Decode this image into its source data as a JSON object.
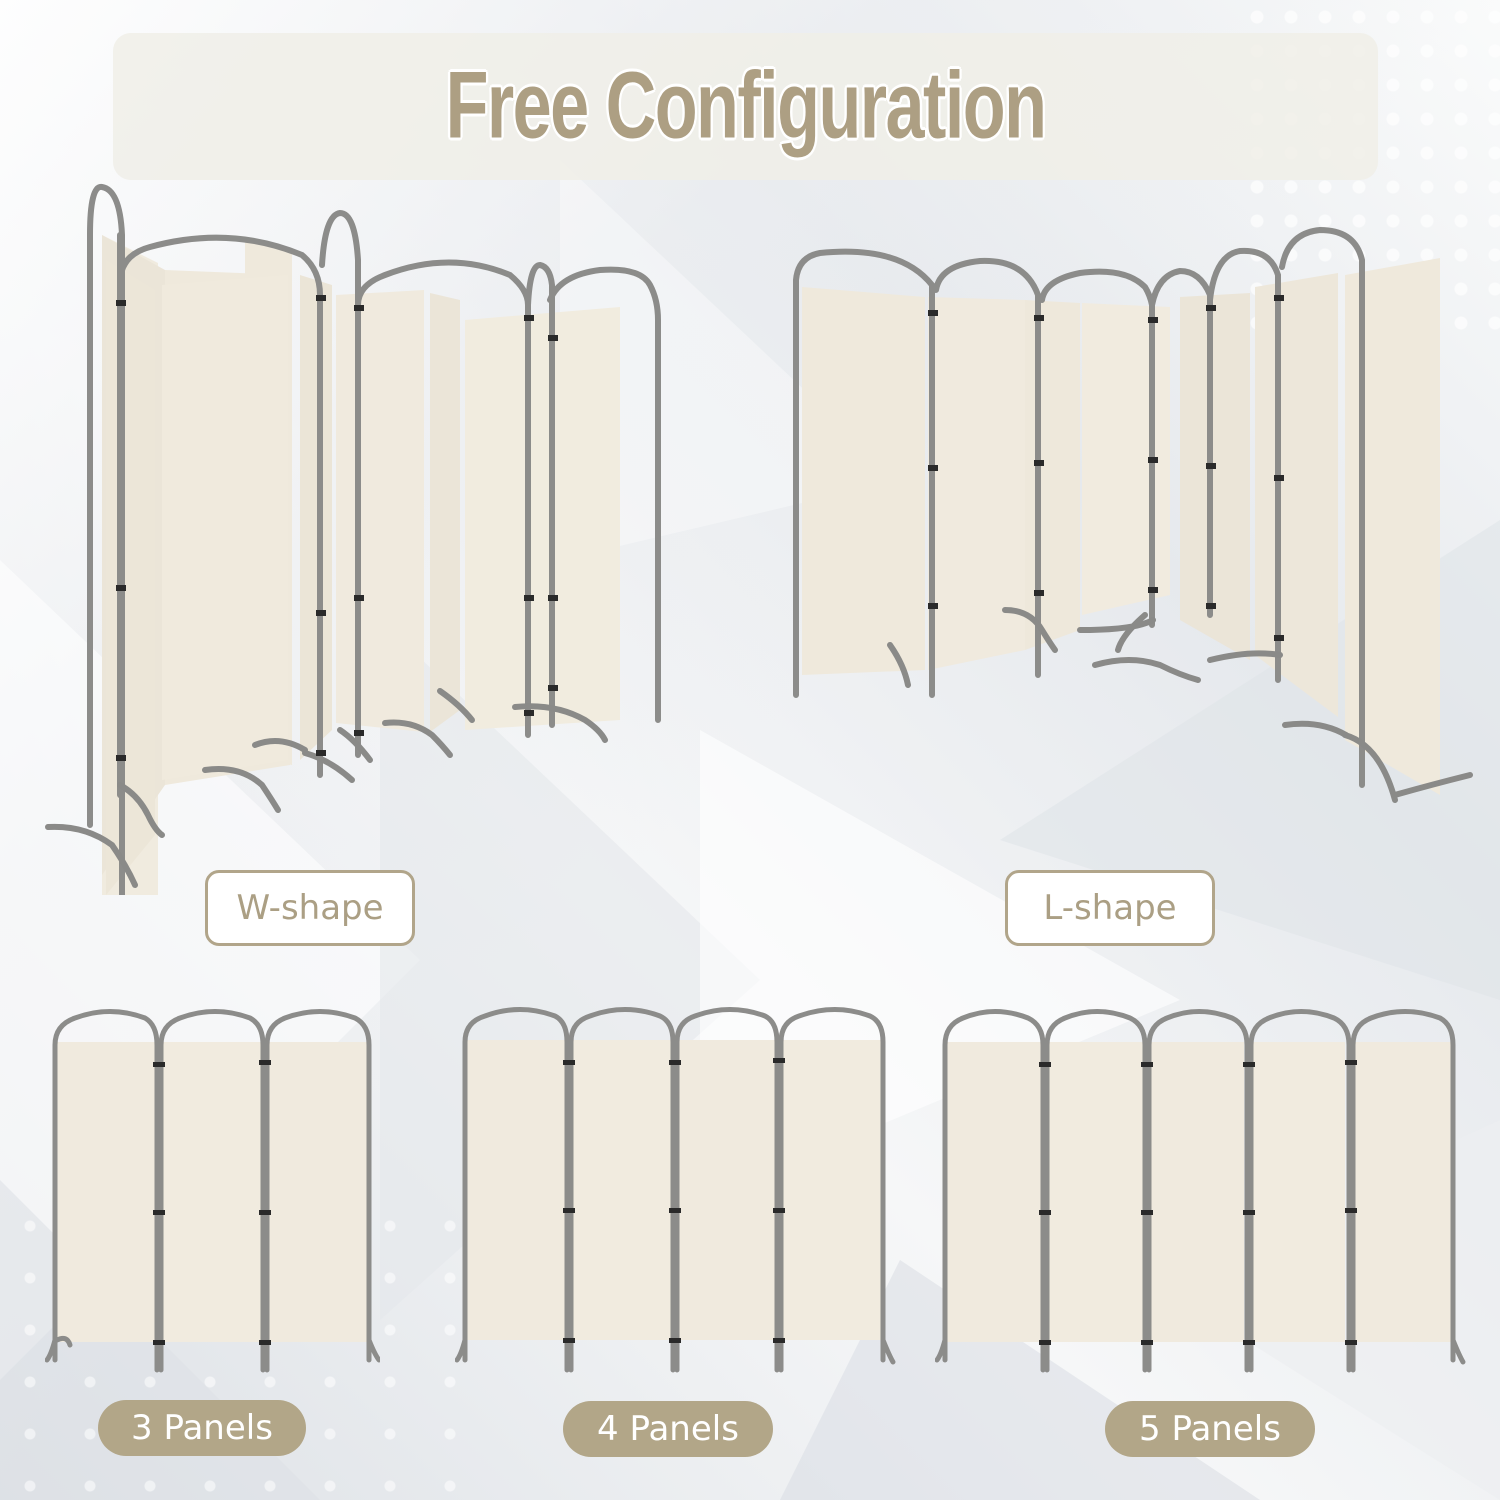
{
  "title": "Free Configuration",
  "colors": {
    "accent": "#b2a688",
    "fabric": "#f1ece1",
    "frame": "#8a8a88",
    "background": "#f1f2f4"
  },
  "configurations": [
    {
      "id": "w-shape",
      "label": "W-shape",
      "style": "outline",
      "panel_count": 6
    },
    {
      "id": "l-shape",
      "label": "L-shape",
      "style": "outline",
      "panel_count": 6
    },
    {
      "id": "3-panels",
      "label": "3 Panels",
      "style": "pill",
      "panel_count": 3
    },
    {
      "id": "4-panels",
      "label": "4 Panels",
      "style": "pill",
      "panel_count": 4
    },
    {
      "id": "5-panels",
      "label": "5 Panels",
      "style": "pill",
      "panel_count": 5
    }
  ]
}
